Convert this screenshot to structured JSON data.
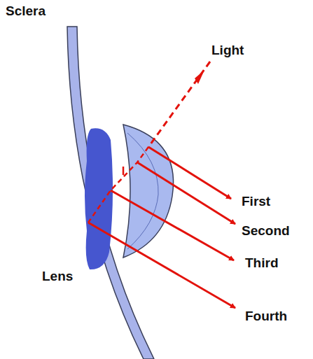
{
  "diagram": {
    "labels": [
      "Sclera",
      "Light",
      "First",
      "Second",
      "Third",
      "Fourth",
      "Lens"
    ]
  }
}
